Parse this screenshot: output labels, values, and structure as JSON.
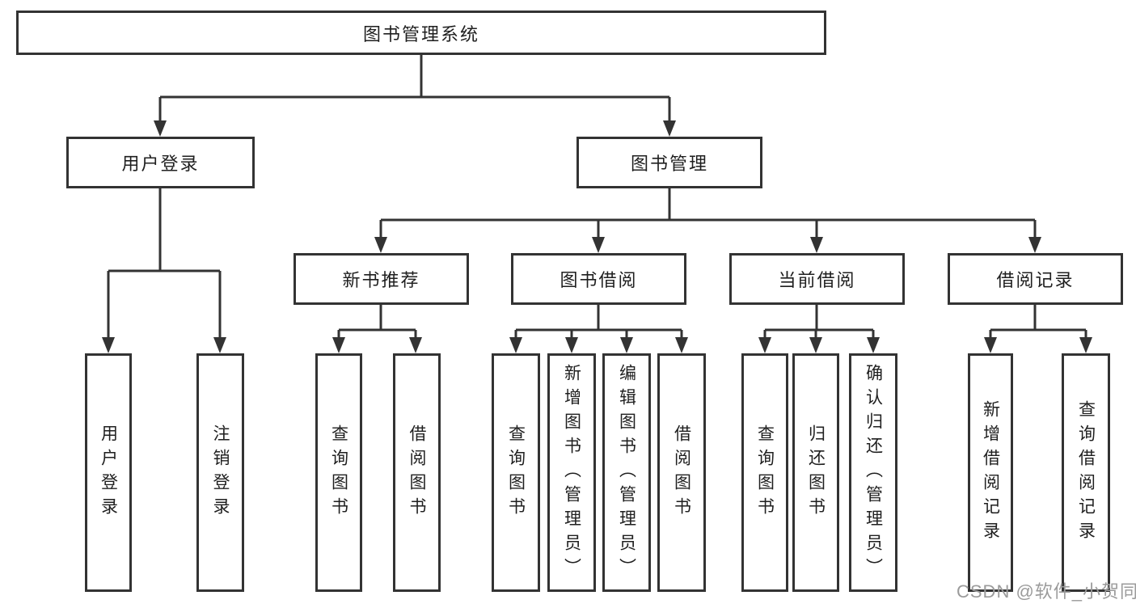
{
  "nodes": {
    "root": "图书管理系统",
    "level2": {
      "user_login": "用户登录",
      "book_mgmt": "图书管理"
    },
    "level3": {
      "new_book_rec": "新书推荐",
      "book_borrow": "图书借阅",
      "current_borrow": "当前借阅",
      "borrow_records": "借阅记录"
    },
    "leaves": {
      "user_login": "用户登录",
      "logout": "注销登录",
      "rec_query": "查询图书",
      "rec_borrow": "借阅图书",
      "bb_query": "查询图书",
      "bb_add": "新增图书（管理员）",
      "bb_edit": "编辑图书（管理员）",
      "bb_borrow": "借阅图书",
      "cb_query": "查询图书",
      "cb_return": "归还图书",
      "cb_confirm": "确认归还（管理员）",
      "br_add": "新增借阅记录",
      "br_query": "查询借阅记录"
    }
  },
  "watermark": "CSDN @软件_小贺同学",
  "colors": {
    "line": "#333333",
    "text": "#1f1f1f",
    "background": "#ffffff",
    "watermark": "#9b9b9b"
  }
}
